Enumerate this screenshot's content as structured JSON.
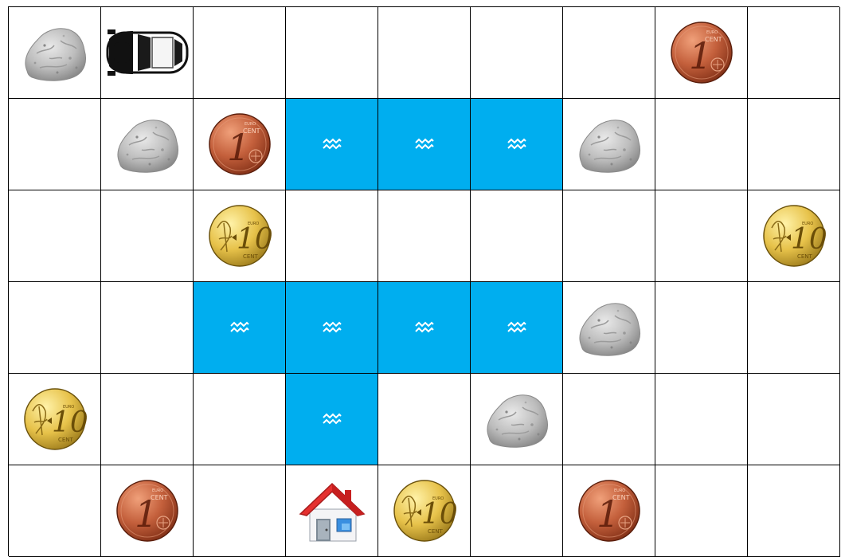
{
  "game": {
    "rows": 6,
    "cols": 9,
    "colors": {
      "water": "#00aeef",
      "grid_line": "#000000",
      "background": "#ffffff"
    },
    "legend": {
      "car": "car-icon",
      "rock": "rock-icon",
      "water": "water-icon",
      "coin_1": "one-cent-coin-icon",
      "coin_10": "ten-cent-coin-icon",
      "house": "house-icon"
    },
    "grid": [
      [
        "rock",
        "car",
        "empty",
        "empty",
        "empty",
        "empty",
        "empty",
        "coin_1",
        "empty"
      ],
      [
        "empty",
        "rock",
        "coin_1",
        "water",
        "water",
        "water",
        "rock",
        "empty",
        "empty"
      ],
      [
        "empty",
        "empty",
        "coin_10",
        "empty",
        "empty",
        "empty",
        "empty",
        "empty",
        "coin_10"
      ],
      [
        "empty",
        "empty",
        "water",
        "water",
        "water",
        "water",
        "rock",
        "empty",
        "empty"
      ],
      [
        "coin_10",
        "empty",
        "empty",
        "water",
        "empty",
        "rock",
        "empty",
        "empty",
        "empty"
      ],
      [
        "empty",
        "coin_1",
        "empty",
        "house",
        "coin_10",
        "empty",
        "coin_1",
        "empty",
        "empty"
      ]
    ],
    "coin_text": {
      "one": "1",
      "ten": "10",
      "cent": "CENT",
      "euro": "EURO"
    }
  }
}
